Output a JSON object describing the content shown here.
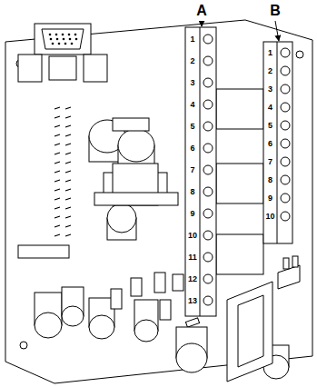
{
  "diagram": {
    "labels": [
      "A",
      "B",
      "1",
      "2",
      "3",
      "4",
      "5",
      "6",
      "7",
      "8",
      "9",
      "10",
      "11",
      "12",
      "13",
      "1",
      "2",
      "3",
      "4",
      "5",
      "6",
      "7",
      "8",
      "9",
      "10"
    ]
  }
}
